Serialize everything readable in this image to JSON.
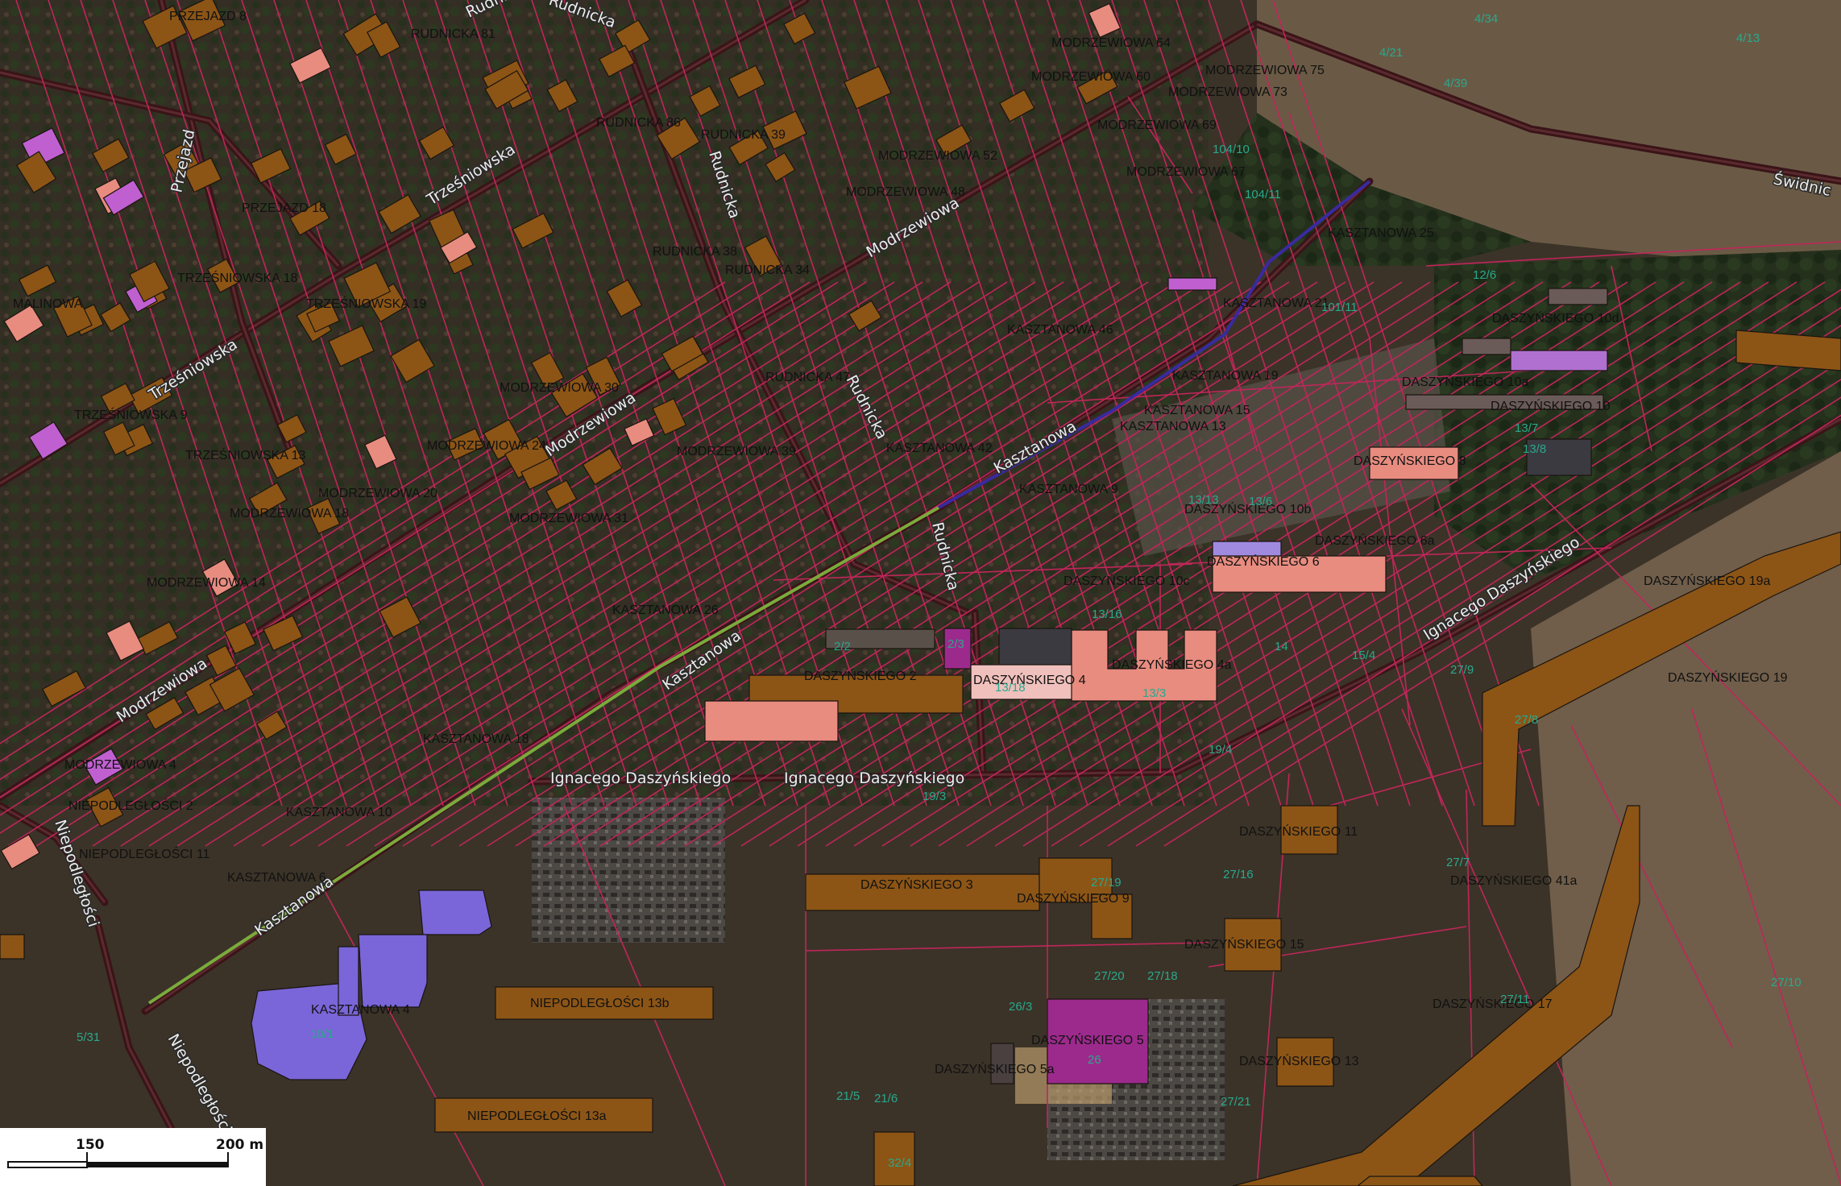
{
  "colors": {
    "background": "#3b3328",
    "vegetation": "#2a3a22",
    "open_land": "#6a5a45",
    "parcel_line": "#c0265a",
    "road": "#3a1418",
    "building_brown": "#8c5516",
    "building_pink": "#e88c80",
    "building_purple": "#7a66d8",
    "building_magenta": "#9c2a8c",
    "building_lavender": "#a08ae0",
    "route_green": "#7aab3c",
    "route_blue": "#3a2aa0",
    "address_text": "#111111",
    "parcel_text": "#2aa88c"
  },
  "map": {
    "streets": [
      {
        "id": "kasztanowa-1",
        "label": "Kasztanowa"
      },
      {
        "id": "kasztanowa-2",
        "label": "Kasztanowa"
      },
      {
        "id": "kasztanowa-3",
        "label": "Kasztanowa"
      },
      {
        "id": "modrzewiowa-1",
        "label": "Modrzewiowa"
      },
      {
        "id": "modrzewiowa-2",
        "label": "Modrzewiowa"
      },
      {
        "id": "modrzewiowa-3",
        "label": "Modrzewiowa"
      },
      {
        "id": "trzesniowska-1",
        "label": "Trześniowska"
      },
      {
        "id": "trzesniowska-2",
        "label": "Trześniowska"
      },
      {
        "id": "rudnicka-1",
        "label": "Rudnicka"
      },
      {
        "id": "rudnicka-2",
        "label": "Rudnicka"
      },
      {
        "id": "rudnicka-3",
        "label": "Rudnicka"
      },
      {
        "id": "rudnicka-4",
        "label": "Rudnicka"
      },
      {
        "id": "rudnicka-5",
        "label": "Rudnicka"
      },
      {
        "id": "przejazd",
        "label": "Przejazd"
      },
      {
        "id": "niepodleglosci-1",
        "label": "Niepodległości"
      },
      {
        "id": "niepodleglosci-2",
        "label": "Niepodległości"
      },
      {
        "id": "daszynskiego-1",
        "label": "Ignacego Daszyńskiego"
      },
      {
        "id": "daszynskiego-2",
        "label": "Ignacego Daszyńskiego"
      },
      {
        "id": "daszynskiego-3",
        "label": "Ignacego Daszyńskiego"
      },
      {
        "id": "swidnicka",
        "label": "Świdnic"
      }
    ],
    "addresses": [
      {
        "id": "a01",
        "label": "DASZYŃSKIEGO 2"
      },
      {
        "id": "a02",
        "label": "DASZYŃSKIEGO 4"
      },
      {
        "id": "a03",
        "label": "DASZYŃSKIEGO 4a"
      },
      {
        "id": "a04",
        "label": "DASZYŃSKIEGO 6"
      },
      {
        "id": "a05",
        "label": "DASZYŃSKIEGO 6a"
      },
      {
        "id": "a06",
        "label": "DASZYŃSKIEGO 8"
      },
      {
        "id": "a07",
        "label": "DASZYŃSKIEGO 10"
      },
      {
        "id": "a08",
        "label": "DASZYŃSKIEGO 10a"
      },
      {
        "id": "a09",
        "label": "DASZYŃSKIEGO 10b"
      },
      {
        "id": "a10",
        "label": "DASZYŃSKIEGO 10c"
      },
      {
        "id": "a11",
        "label": "DASZYŃSKIEGO 10d"
      },
      {
        "id": "a12",
        "label": "DASZYŃSKIEGO 19a"
      },
      {
        "id": "a13",
        "label": "DASZYŃSKIEGO 19"
      },
      {
        "id": "a14",
        "label": "DASZYŃSKIEGO 3"
      },
      {
        "id": "a15",
        "label": "DASZYŃSKIEGO 5"
      },
      {
        "id": "a16",
        "label": "DASZYŃSKIEGO 5a"
      },
      {
        "id": "a17",
        "label": "DASZYŃSKIEGO 9"
      },
      {
        "id": "a18",
        "label": "DASZYŃSKIEGO 11"
      },
      {
        "id": "a19",
        "label": "DASZYŃSKIEGO 13"
      },
      {
        "id": "a20",
        "label": "DASZYŃSKIEGO 15"
      },
      {
        "id": "a21",
        "label": "DASZYŃSKIEGO 17"
      },
      {
        "id": "a22",
        "label": "DASZYŃSKIEGO 41a"
      },
      {
        "id": "a23",
        "label": "NIEPODLEGŁOŚCI 13b"
      },
      {
        "id": "a24",
        "label": "NIEPODLEGŁOŚCI 13a"
      },
      {
        "id": "a25",
        "label": "KASZTANOWA 4"
      },
      {
        "id": "a26",
        "label": "KASZTANOWA 25"
      },
      {
        "id": "a27",
        "label": "MODRZEWIOWA 20"
      },
      {
        "id": "a28",
        "label": "MODRZEWIOWA 18"
      },
      {
        "id": "a29",
        "label": "MODRZEWIOWA 24"
      },
      {
        "id": "a30",
        "label": "MODRZEWIOWA 30"
      },
      {
        "id": "a31",
        "label": "MODRZEWIOWA 48"
      },
      {
        "id": "a32",
        "label": "MODRZEWIOWA 52"
      },
      {
        "id": "a33",
        "label": "MODRZEWIOWA 67"
      },
      {
        "id": "a34",
        "label": "MODRZEWIOWA 69"
      },
      {
        "id": "a35",
        "label": "MODRZEWIOWA 73"
      },
      {
        "id": "a36",
        "label": "MODRZEWIOWA 75"
      },
      {
        "id": "a37",
        "label": "MODRZEWIOWA 39"
      },
      {
        "id": "a38",
        "label": "MODRZEWIOWA 31"
      },
      {
        "id": "a39",
        "label": "TRZEŚNIOWSKA 19"
      },
      {
        "id": "a40",
        "label": "TRZEŚNIOWSKA 18"
      },
      {
        "id": "a41",
        "label": "TRZEŚNIOWSKA 13"
      },
      {
        "id": "a42",
        "label": "RUDNICKA 39"
      },
      {
        "id": "a43",
        "label": "RUDNICKA 47"
      },
      {
        "id": "a44",
        "label": "RUDNICKA 81"
      },
      {
        "id": "a45",
        "label": "PRZEJAZD 8"
      },
      {
        "id": "a46",
        "label": "PRZEJAZD 18"
      },
      {
        "id": "a47",
        "label": "KASZTANOWA 13"
      },
      {
        "id": "a48",
        "label": "KASZTANOWA 15"
      },
      {
        "id": "a49",
        "label": "KASZTANOWA 19"
      },
      {
        "id": "a50",
        "label": "KASZTANOWA 9"
      },
      {
        "id": "a51",
        "label": "KASZTANOWA 18"
      },
      {
        "id": "a52",
        "label": "KASZTANOWA 42"
      },
      {
        "id": "a53",
        "label": "MODRZEWIOWA 14"
      },
      {
        "id": "a54",
        "label": "MODRZEWIOWA 4"
      },
      {
        "id": "a55",
        "label": "NIEPODLEGŁOŚCI 11"
      },
      {
        "id": "a56",
        "label": "NIEPODLEGŁOŚCI 2"
      },
      {
        "id": "a57",
        "label": "KASZTANOWA 6"
      },
      {
        "id": "a58",
        "label": "KASZTANOWA 10"
      },
      {
        "id": "a59",
        "label": "KASZTANOWA 21"
      },
      {
        "id": "a60",
        "label": "KASZTANOWA 26"
      },
      {
        "id": "a61",
        "label": "KASZTANOWA 46"
      },
      {
        "id": "a62",
        "label": "RUDNICKA 34"
      },
      {
        "id": "a63",
        "label": "TRZEŚNIOWSKA 9"
      },
      {
        "id": "a64",
        "label": "MALINOWA"
      },
      {
        "id": "a65",
        "label": "RUDNICKA 86"
      },
      {
        "id": "a66",
        "label": "RUDNICKA 38"
      },
      {
        "id": "a67",
        "label": "MODRZEWIOWA 60"
      },
      {
        "id": "a68",
        "label": "MODRZEWIOWA 64"
      }
    ],
    "parcels": [
      {
        "id": "p01",
        "label": "13/18"
      },
      {
        "id": "p02",
        "label": "13/3"
      },
      {
        "id": "p03",
        "label": "13/13"
      },
      {
        "id": "p04",
        "label": "13/16"
      },
      {
        "id": "p05",
        "label": "13/6"
      },
      {
        "id": "p06",
        "label": "13/7"
      },
      {
        "id": "p07",
        "label": "13/8"
      },
      {
        "id": "p08",
        "label": "19/4"
      },
      {
        "id": "p09",
        "label": "19/3"
      },
      {
        "id": "p10",
        "label": "27/16"
      },
      {
        "id": "p11",
        "label": "27/19"
      },
      {
        "id": "p12",
        "label": "27/20"
      },
      {
        "id": "p13",
        "label": "27/18"
      },
      {
        "id": "p14",
        "label": "27/8"
      },
      {
        "id": "p15",
        "label": "27/10"
      },
      {
        "id": "p16",
        "label": "27/11"
      },
      {
        "id": "p17",
        "label": "27/21"
      },
      {
        "id": "p18",
        "label": "26"
      },
      {
        "id": "p19",
        "label": "26/3"
      },
      {
        "id": "p20",
        "label": "10/1"
      },
      {
        "id": "p21",
        "label": "14"
      },
      {
        "id": "p22",
        "label": "15/4"
      },
      {
        "id": "p23",
        "label": "2/2"
      },
      {
        "id": "p24",
        "label": "2/3"
      },
      {
        "id": "p25",
        "label": "21/5"
      },
      {
        "id": "p26",
        "label": "21/6"
      },
      {
        "id": "p27",
        "label": "32/4"
      },
      {
        "id": "p28",
        "label": "4/34"
      },
      {
        "id": "p29",
        "label": "4/21"
      },
      {
        "id": "p30",
        "label": "4/39"
      },
      {
        "id": "p31",
        "label": "104/10"
      },
      {
        "id": "p32",
        "label": "104/11"
      },
      {
        "id": "p33",
        "label": "101/11"
      },
      {
        "id": "p34",
        "label": "5/31"
      },
      {
        "id": "p35",
        "label": "27/9"
      },
      {
        "id": "p36",
        "label": "12/6"
      },
      {
        "id": "p37",
        "label": "4/13"
      },
      {
        "id": "p38",
        "label": "27/7"
      }
    ],
    "scale_bar": {
      "label_mid": "150",
      "label_end": "200 m"
    }
  }
}
